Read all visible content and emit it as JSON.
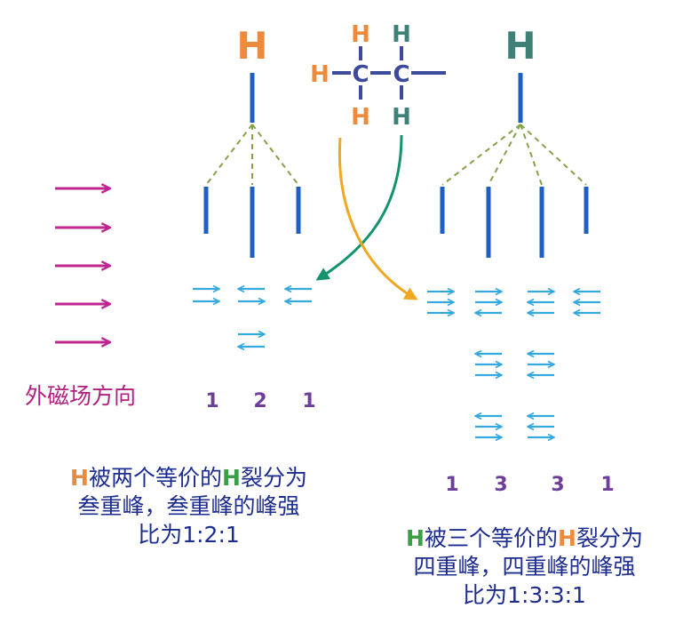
{
  "colors": {
    "orange": "#ee8a3c",
    "teal": "#3f8077",
    "blue_line": "#1f5fc2",
    "dashed": "#87a04a",
    "spin_arrow": "#35a8de",
    "field_arrow": "#c0268f",
    "ratio": "#6e3e9b",
    "caption": "#1d2d8f",
    "green_h": "#3aa046",
    "green_curve": "#14936e",
    "orange_curve": "#f0a722",
    "field_label": "#b0207f",
    "molecule_bond": "#3d4a9a"
  },
  "top_labels": {
    "left_h": "H",
    "right_h": "H"
  },
  "molecule": {
    "c1": "C",
    "c2": "C",
    "c1_top": "H",
    "c1_bottom": "H",
    "c1_left": "H",
    "c2_top": "H",
    "c2_bottom": "H"
  },
  "field": {
    "label": "外磁场方向"
  },
  "triplet": {
    "ratio": [
      "1",
      "2",
      "1"
    ],
    "caption": {
      "h1": "H",
      "t1": "被两个等价的",
      "h2": "H",
      "t2": "裂分为",
      "line2": "叁重峰，叁重峰的峰强",
      "line3": "比为1:2:1"
    }
  },
  "quartet": {
    "ratio": [
      "1",
      "3",
      "3",
      "1"
    ],
    "caption": {
      "h1": "H",
      "t1": "被三个等价的",
      "h2": "H",
      "t2": "裂分为",
      "line2": "四重峰，四重峰的峰强",
      "line3": "比为1:3:3:1"
    }
  }
}
